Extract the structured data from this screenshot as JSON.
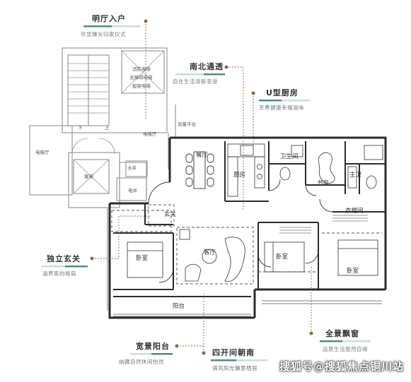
{
  "colors": {
    "wall": "#2b2b2b",
    "shared_area": "#9a9a9a",
    "accent_teal": "#4e8c86",
    "accent_brown": "#8a6a4a",
    "leader": "#8a6a4a"
  },
  "callouts": {
    "bright_hall": {
      "title": "明厅入户",
      "subtitle": "尽显臻尖归家仪式"
    },
    "north_south": {
      "title": "南北通透",
      "subtitle": "自在生活清新享受"
    },
    "u_kitchen": {
      "title": "U型厨房",
      "subtitle": "烹煮健康幸福滋味"
    },
    "foyer": {
      "title": "独立玄关",
      "subtitle": "涵养家的格局"
    },
    "wide_balcony": {
      "title": "宽景阳台",
      "subtitle": "纳藏自然休闲怡然"
    },
    "four_bays": {
      "title": "四开间朝南",
      "subtitle": "满风阳光慵意栖居"
    },
    "bay_window": {
      "title": "全景飘窗",
      "subtitle": "品质生活悠然自得"
    }
  },
  "rooms": {
    "dining": "餐厅",
    "kitchen": "厨房",
    "bathroom": "卫生间",
    "study": "书房",
    "master_bath": "主卫",
    "foyer": "玄关",
    "living": "客厅",
    "wardrobe": "衣帽间",
    "bedroom_left": "卧室",
    "bedroom_mid": "卧室",
    "bedroom_right": "卧室",
    "balcony": "阳台",
    "equipment_platform": "设备平台",
    "elevator_hall_right": "电梯厅",
    "elevator_hall_left": "电梯厅",
    "water_well": "水井",
    "electric_well": "电井",
    "elevator": "客梯",
    "fire_elevator_lines": [
      "消防电梯",
      "无障碍电梯",
      "担架电梯"
    ],
    "stair_down": "下",
    "stair_up": "上"
  },
  "watermark": "搜狐号@搜狐焦点铜川站"
}
